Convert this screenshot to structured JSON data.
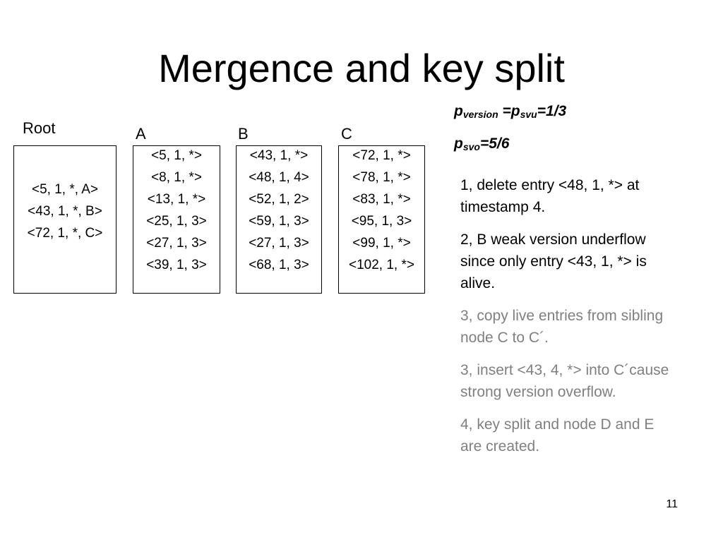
{
  "title": "Mergence and key split",
  "nodes": {
    "root": {
      "label": "Root",
      "entries": [
        "<5, 1, *, A>",
        "<43, 1, *, B>",
        "<72, 1, *, C>"
      ]
    },
    "a": {
      "label": "A",
      "entries": [
        "<5, 1, *>",
        "<8, 1, *>",
        "<13, 1, *>",
        "<25, 1, 3>",
        "<27, 1, 3>",
        "<39, 1, 3>"
      ]
    },
    "b": {
      "label": "B",
      "entries": [
        "<43, 1, *>",
        "<48, 1, 4>",
        "<52, 1, 2>",
        "<59, 1, 3>",
        "<27, 1, 3>",
        "<68, 1, 3>"
      ]
    },
    "c": {
      "label": "C",
      "entries": [
        "<72, 1, *>",
        "<78, 1, *>",
        "<83, 1, *>",
        "<95, 1, 3>",
        "<99, 1, *>",
        "<102, 1, *>"
      ]
    }
  },
  "formulas": {
    "f1": {
      "p1": "p",
      "sub1": "version",
      "mid": " =p",
      "sub2": "svu",
      "end": "=1/3"
    },
    "f2": {
      "p1": "p",
      "sub1": "svo",
      "end": "=5/6"
    }
  },
  "steps": [
    {
      "text": "1, delete entry <48, 1, *> at timestamp 4.",
      "style": "black"
    },
    {
      "text": "2, B weak version underflow since only entry <43, 1, *> is alive.",
      "style": "black"
    },
    {
      "text": "3, copy live entries from sibling node C to C´.",
      "style": "gray"
    },
    {
      "text": "3, insert <43, 4, *> into C´cause strong version overflow.",
      "style": "gray"
    },
    {
      "text": "4, key split and node D and E are created.",
      "style": "gray"
    }
  ],
  "colors": {
    "text": "#000000",
    "muted": "#808080",
    "border": "#000000"
  },
  "page_number": "11"
}
